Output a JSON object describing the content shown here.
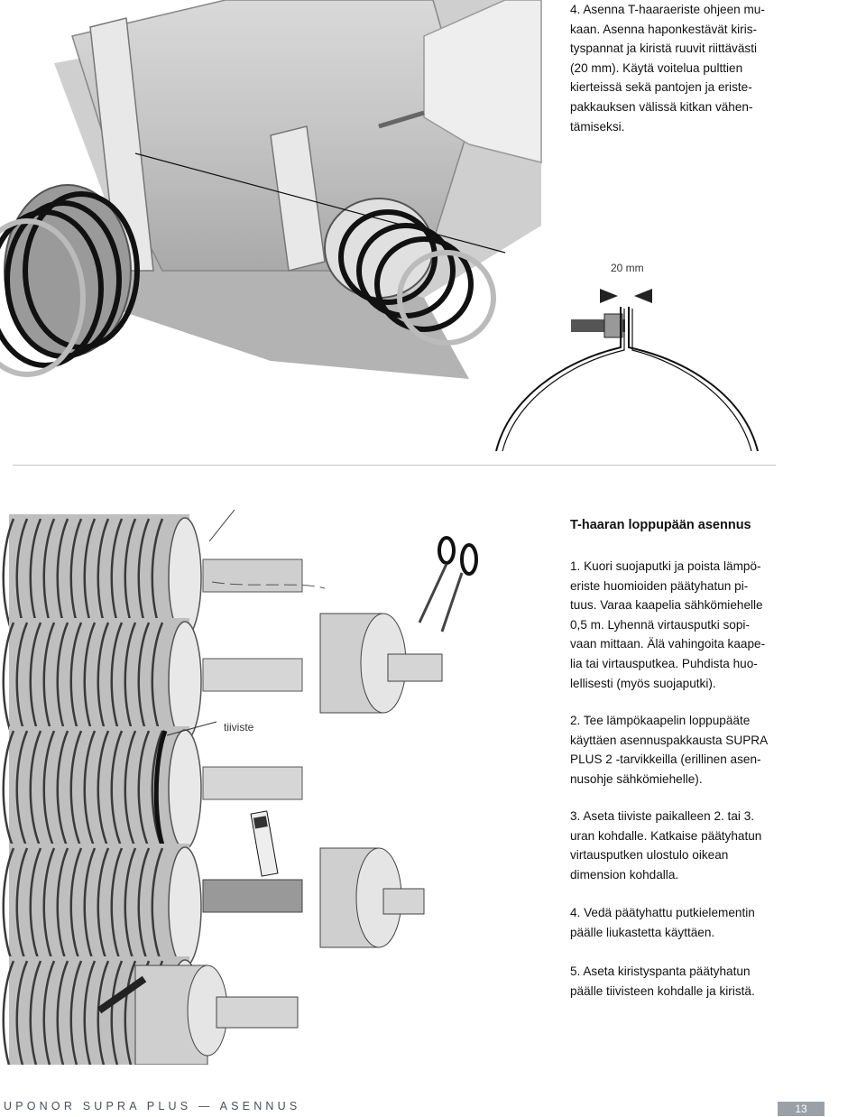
{
  "step4_top_text": "4. Asenna T-haaraeriste ohjeen mu-\nkaan. Asenna haponkestävät kiris-\ntyspannat ja kiristä ruuvit riittävästi\n(20 mm). Käytä voitelua pulttien\nkierteissä sekä pantojen ja eriste-\npakkauksen välissä kitkan vähen-\ntämiseksi.",
  "figure_top": {
    "gap_label": "20 mm"
  },
  "section": {
    "heading": "T-haaran loppupään asennus",
    "steps": [
      "1. Kuori suojaputki ja poista lämpö-\neriste huomioiden päätyhatun pi-\ntuus. Varaa kaapelia sähkömiehelle\n0,5 m. Lyhennä virtausputki sopi-\nvaan mittaan. Älä vahingoita kaape-\nlia tai virtausputkea. Puhdista huo-\nlellisesti (myös suojaputki).",
      "2. Tee lämpökaapelin loppupääte\nkäyttäen asennuspakkausta SUPRA\nPLUS 2 -tarvikkeilla (erillinen asen-\nnusohje sähkömiehelle).",
      "3. Aseta tiiviste paikalleen 2. tai 3.\nuran kohdalle. Katkaise päätyhatun\nvirtausputken ulostulo oikean\ndimension kohdalla.",
      "4. Vedä päätyhattu putkielementin\npäälle liukastetta käyttäen.",
      "5. Aseta kiristyspanta päätyhatun\npäälle tiivisteen kohdalle ja kiristä."
    ]
  },
  "figure_left": {
    "seal_label": "tiiviste"
  },
  "footer": {
    "title": "UPONOR SUPRA PLUS — ASENNUS",
    "page_number": "13"
  }
}
